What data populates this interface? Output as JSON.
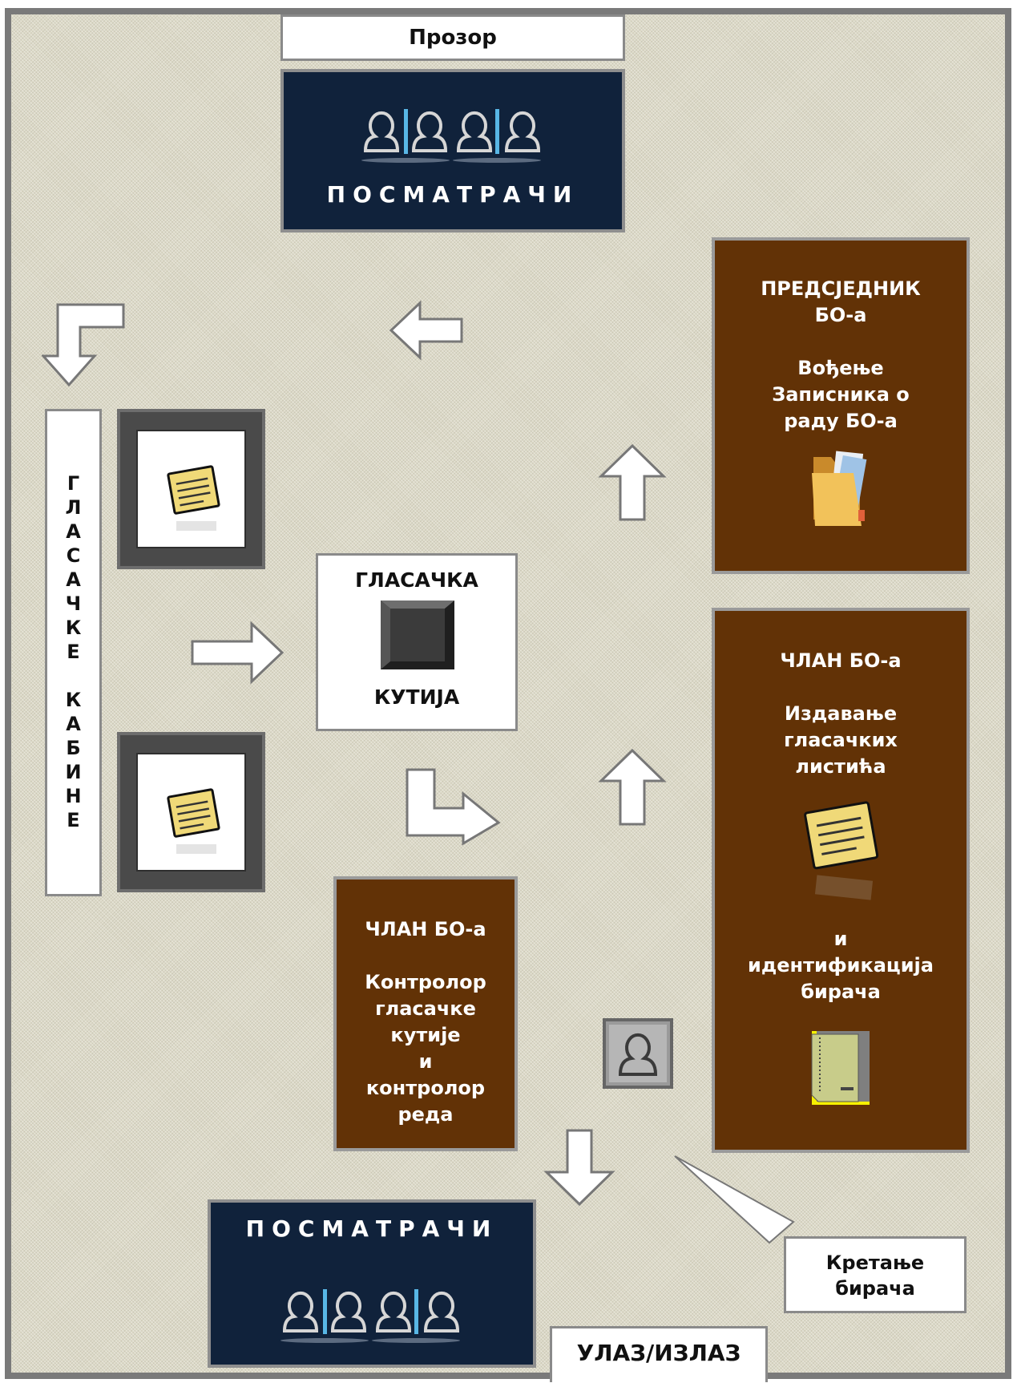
{
  "window": {
    "label": "Прозор"
  },
  "observers_top": {
    "label": "ПОСМАТРАЧИ"
  },
  "observers_bottom": {
    "label": "ПОСМАТРАЧИ"
  },
  "booths": {
    "label": "ГЛАСАЧКЕ КАБИНЕ"
  },
  "ballot_box": {
    "top": "ГЛАСАЧКА",
    "bottom": "КУТИЈА"
  },
  "president": {
    "text": "ПРЕДСЈЕДНИК\nБО-а\n\nВођење\nЗаписника о\nраду БО-а"
  },
  "member_issue": {
    "text_top": "ЧЛАН БО-а\n\nИздавање\nгласачких\nлистића",
    "text_bottom": "и\nидентификација\nбирача"
  },
  "member_control": {
    "text": "ЧЛАН БО-а\n\nКонтролор\nгласачке\nкутије\nи\nконтролор\nреда"
  },
  "legend": {
    "label": "Кретање\nбирача"
  },
  "entrance": {
    "label": "УЛАЗ/ИЗЛАЗ"
  },
  "colors": {
    "navy": "#10223b",
    "brown": "#623206",
    "wall": "#7a7a7a",
    "floor": "#dcd9c7"
  }
}
